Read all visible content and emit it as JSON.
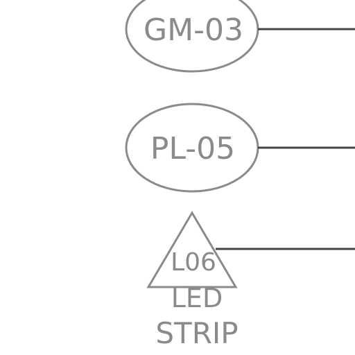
{
  "tags": [
    {
      "label": "GM-03",
      "shape": "ellipse"
    },
    {
      "label": "PL-05",
      "shape": "ellipse"
    },
    {
      "label": "L06",
      "shape": "triangle"
    }
  ],
  "fixture_note": {
    "line1": "LED",
    "line2": "STRIP"
  },
  "colors": {
    "symbol_stroke": "#8a8a8a",
    "leader_line": "#444444",
    "background": "#ffffff"
  }
}
